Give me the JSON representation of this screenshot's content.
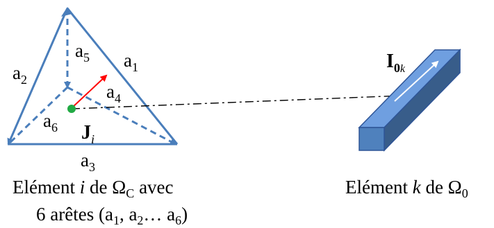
{
  "edges": {
    "a1": {
      "base": "a",
      "sub": "1"
    },
    "a2": {
      "base": "a",
      "sub": "2"
    },
    "a3": {
      "base": "a",
      "sub": "3"
    },
    "a4": {
      "base": "a",
      "sub": "4"
    },
    "a5": {
      "base": "a",
      "sub": "5"
    },
    "a6": {
      "base": "a",
      "sub": "6"
    }
  },
  "current_density": {
    "base": "J",
    "sub": "i"
  },
  "source_current": {
    "base": "I",
    "sub": "0",
    "subsub": "k"
  },
  "caption_left": {
    "line1_a": "Elément ",
    "line1_i": "i",
    "line1_b": " de Ω",
    "line1_sub": "C",
    "line1_c": " avec",
    "line2_a": "6 arêtes (a",
    "line2_sub1": "1",
    "line2_b": ", a",
    "line2_sub2": "2",
    "line2_c": "… a",
    "line2_sub3": "6",
    "line2_d": ")"
  },
  "caption_right": {
    "a": "Elément ",
    "k": "k",
    "b": " de Ω",
    "sub": "0"
  },
  "colors": {
    "edge": "#4a7ebb",
    "vector": "#ff0000",
    "point": "#22aa44",
    "bar_front": "#4f81bd",
    "bar_top": "#6f9fe0",
    "bar_side": "#385d8a",
    "bar_outline": "#2f5597"
  }
}
